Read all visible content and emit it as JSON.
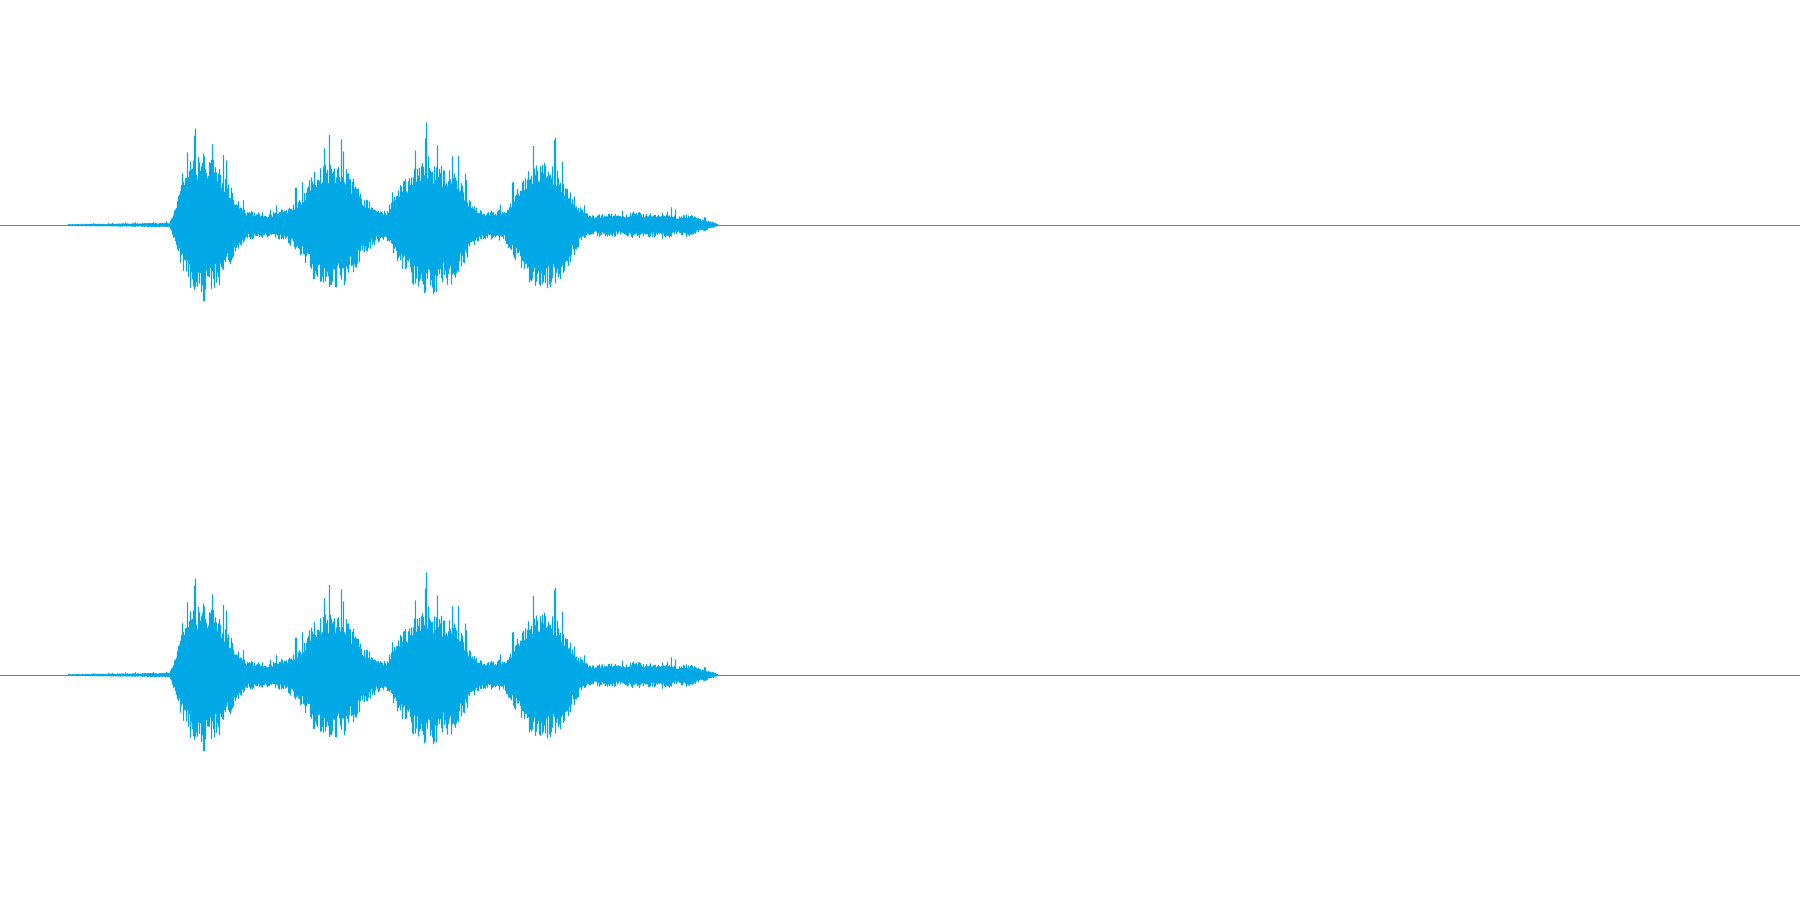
{
  "chart_data": {
    "type": "waveform",
    "channels": 2,
    "channel_labels": [],
    "color": "#00a8e6",
    "background": "#ffffff",
    "amplitude_range": [
      -1,
      1
    ],
    "duration_fraction_range": [
      0,
      1
    ],
    "envelope": {
      "x": [
        0.0,
        0.094,
        0.1,
        0.106,
        0.112,
        0.118,
        0.124,
        0.13,
        0.136,
        0.142,
        0.148,
        0.154,
        0.16,
        0.166,
        0.172,
        0.178,
        0.184,
        0.19,
        0.196,
        0.202,
        0.208,
        0.214,
        0.22,
        0.226,
        0.232,
        0.238,
        0.244,
        0.25,
        0.256,
        0.262,
        0.268,
        0.274,
        0.28,
        0.286,
        0.292,
        0.298,
        0.304,
        0.31,
        0.316,
        0.322,
        0.328,
        0.334,
        0.34,
        0.346,
        0.352,
        0.358,
        0.364,
        0.37,
        0.376,
        0.382,
        0.388,
        0.394,
        0.4,
        1.0
      ],
      "amplitude": [
        0.0,
        0.01,
        0.16,
        0.28,
        0.32,
        0.28,
        0.22,
        0.14,
        0.06,
        0.06,
        0.05,
        0.06,
        0.08,
        0.12,
        0.2,
        0.27,
        0.27,
        0.26,
        0.2,
        0.12,
        0.08,
        0.06,
        0.14,
        0.22,
        0.27,
        0.3,
        0.26,
        0.25,
        0.18,
        0.1,
        0.06,
        0.06,
        0.07,
        0.14,
        0.22,
        0.27,
        0.27,
        0.24,
        0.16,
        0.08,
        0.04,
        0.05,
        0.05,
        0.04,
        0.06,
        0.05,
        0.05,
        0.06,
        0.04,
        0.05,
        0.03,
        0.02,
        0.0,
        0.0
      ]
    }
  }
}
